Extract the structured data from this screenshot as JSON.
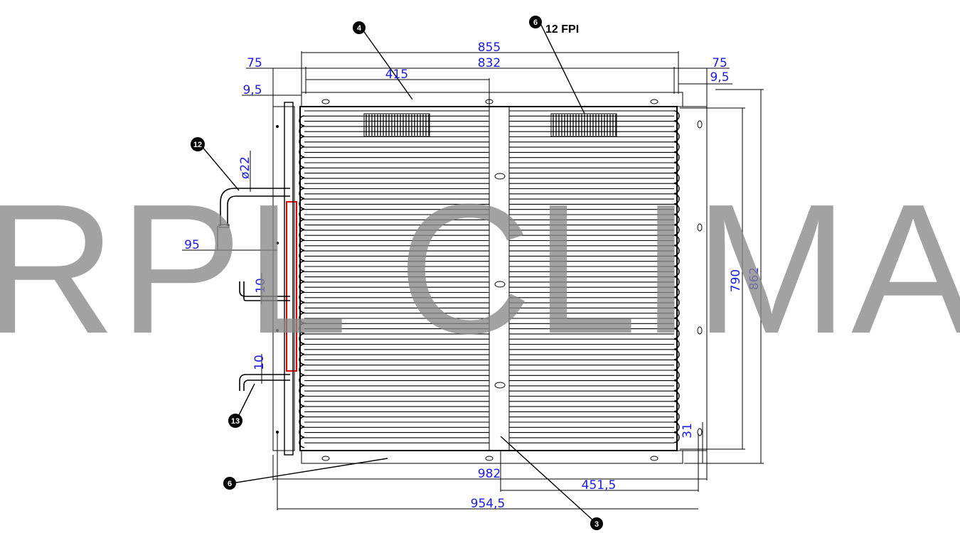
{
  "drawing": {
    "watermark": "RPL CLIMA",
    "fin_spec": "12 FPI",
    "callouts": {
      "c4": "4",
      "c6_top": "6",
      "c12": "12",
      "c13": "13",
      "c6_bottom": "6",
      "c3": "3"
    },
    "dimensions": {
      "width_855": "855",
      "width_832": "832",
      "width_415": "415",
      "flange_75_left": "75",
      "flange_75_right": "75",
      "offset_95_left": "9,5",
      "offset_95_right": "9,5",
      "pipe_d22": "ø22",
      "pipe_offset_95": "95",
      "pipe_10_a": "10",
      "pipe_10_b": "10",
      "height_790": "790",
      "height_862": "862",
      "bottom_31": "31",
      "width_982": "982",
      "width_4515": "451,5",
      "width_9545": "954,5"
    }
  }
}
